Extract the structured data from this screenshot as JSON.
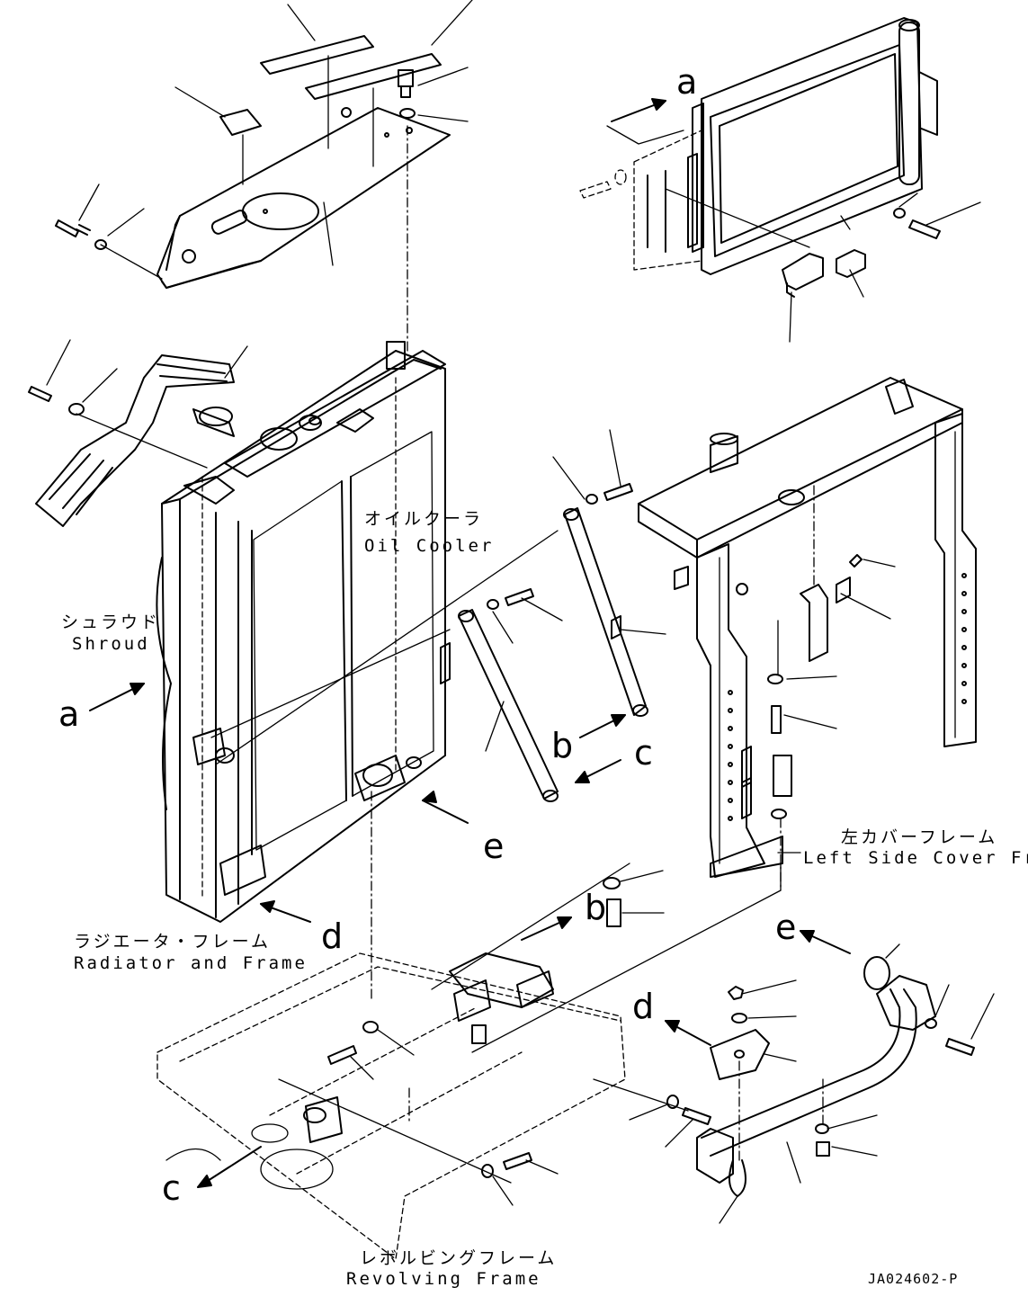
{
  "labels": {
    "oil_cooler_jp": "オイルクーラ",
    "oil_cooler_en": "Oil Cooler",
    "shroud_jp": "シュラウド",
    "shroud_en": "Shroud",
    "radiator_jp": "ラジエータ・フレーム",
    "radiator_en": "Radiator and Frame",
    "cover_frame_jp": "左カバーフレーム",
    "cover_frame_en": "Left Side Cover Frame",
    "revolving_jp": "レボルビングフレーム",
    "revolving_en": "Revolving Frame"
  },
  "refs": {
    "a_top": "a",
    "a_left": "a",
    "b_link": "b",
    "c_link": "c",
    "e_center": "e",
    "d_left": "d",
    "b_lower": "b",
    "e_right": "e",
    "d_right": "d",
    "c_bottom": "c"
  },
  "drawing_code": "JA024602-P"
}
